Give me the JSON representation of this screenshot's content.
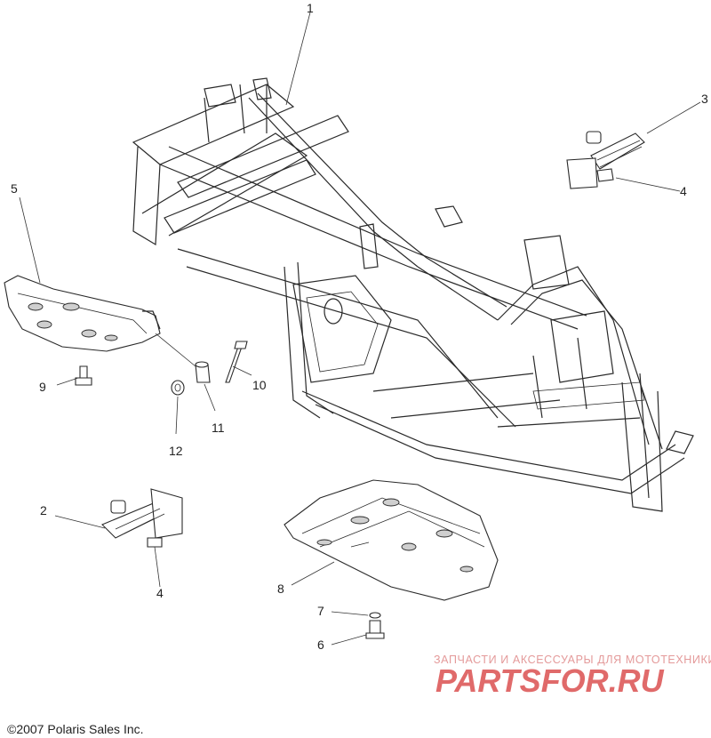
{
  "callouts": [
    {
      "id": "1",
      "label": "1"
    },
    {
      "id": "2",
      "label": "2"
    },
    {
      "id": "3",
      "label": "3"
    },
    {
      "id": "4a",
      "label": "4"
    },
    {
      "id": "4b",
      "label": "4"
    },
    {
      "id": "5",
      "label": "5"
    },
    {
      "id": "6",
      "label": "6"
    },
    {
      "id": "7",
      "label": "7"
    },
    {
      "id": "8",
      "label": "8"
    },
    {
      "id": "9",
      "label": "9"
    },
    {
      "id": "10",
      "label": "10"
    },
    {
      "id": "11",
      "label": "11"
    },
    {
      "id": "12",
      "label": "12"
    }
  ],
  "copyright": "©2007 Polaris Sales Inc.",
  "watermark": {
    "tagline": "ЗАПЧАСТИ И АКСЕССУАРЫ ДЛЯ МОТОТЕХНИКИ",
    "logo_text": "PARTSFOR.RU",
    "color": "#e06a6a"
  }
}
